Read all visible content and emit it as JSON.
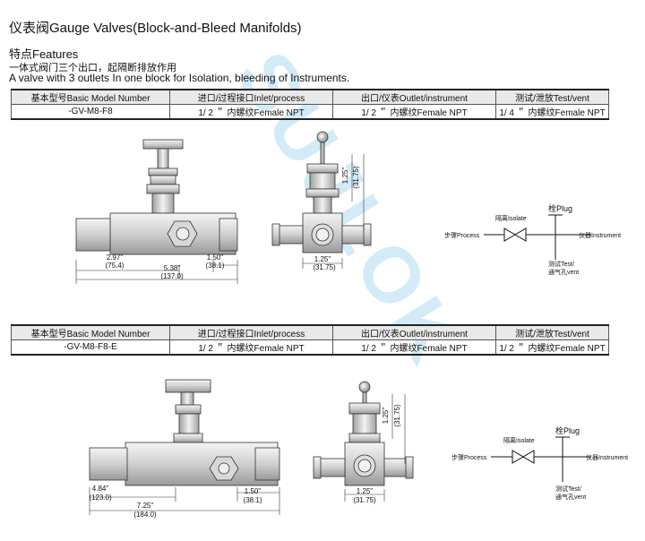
{
  "title": "仪表阀Gauge Valves(Block-and-Bleed Manifolds)",
  "features": {
    "heading": "特点Features",
    "line_cn": "一体式阀门三个出口，起隔断排放作用",
    "line_en": "A valve with 3 outlets In one block for Isolation, bleeding  of Instruments."
  },
  "watermark": "SUJLOK",
  "tables": [
    {
      "headers": [
        "基本型号Basic Model Number",
        "进口/过程接口Inlet/process",
        "出口/仪表Outlet/instrument",
        "测试/泄放Test/vent"
      ],
      "row": [
        "-GV-M8-F8",
        "1/ 2 ＂ 内螺纹Female NPT",
        "1/ 2 ＂ 内螺纹Female NPT",
        "1/ 4 ＂ 内螺纹Female NPT"
      ]
    },
    {
      "headers": [
        "基本型号Basic Model Number",
        "进口/过程接口Inlet/process",
        "出口/仪表Outlet/instrument",
        "测试/泄放Test/vent"
      ],
      "row": [
        "-GV-M8-F8-E",
        "1/ 2 ＂ 内螺纹Female NPT",
        "1/ 2 ＂ 内螺纹Female NPT",
        "1/ 2 ＂ 内螺纹Female NPT"
      ]
    }
  ],
  "drawing1": {
    "dim_a": "2.97\"",
    "dim_a_mm": "(75.4)",
    "dim_b": "5.38\"",
    "dim_b_mm": "(137.0)",
    "dim_c": "1.50\"",
    "dim_c_mm": "(38.1)",
    "side_w": "1.25\"",
    "side_w_mm": "(31.75)",
    "side_h": "1.25\"",
    "side_h_mm": "(31.75)"
  },
  "drawing2": {
    "dim_a": "4.84\"",
    "dim_a_mm": "(123.0)",
    "dim_b": "7.25\"",
    "dim_b_mm": "(184.0)",
    "dim_c": "1.50\"",
    "dim_c_mm": "(38.1)",
    "side_w": "1.25\"",
    "side_w_mm": "(31.75)",
    "side_h": "1.25\"",
    "side_h_mm": "(31.75)"
  },
  "schematic": {
    "plug": "栓Plug",
    "isolate": "隔离Isolate",
    "process": "步骤Process",
    "instrument": "仪器Instrument",
    "test_vent_1": "测试Test/",
    "test_vent_2": "通气孔vent"
  }
}
